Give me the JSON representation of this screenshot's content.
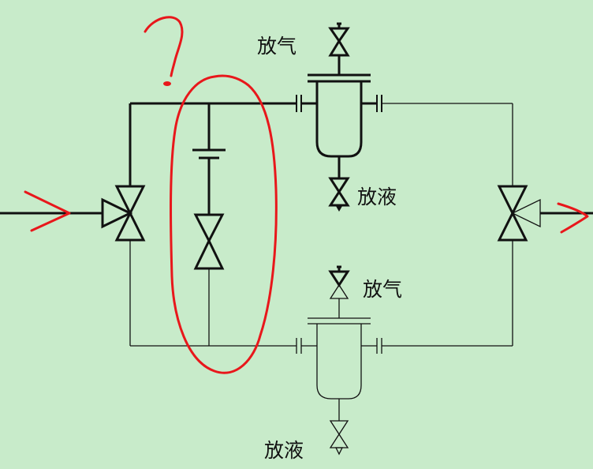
{
  "labels": {
    "vent_top": "放气",
    "drain_top": "放液",
    "vent_bottom": "放气",
    "drain_bottom": "放液"
  },
  "annotation_marks": {
    "question_mark": "?"
  },
  "colors": {
    "background": "#c8ebca",
    "line": "#111111",
    "annotation": "#e8171b"
  }
}
